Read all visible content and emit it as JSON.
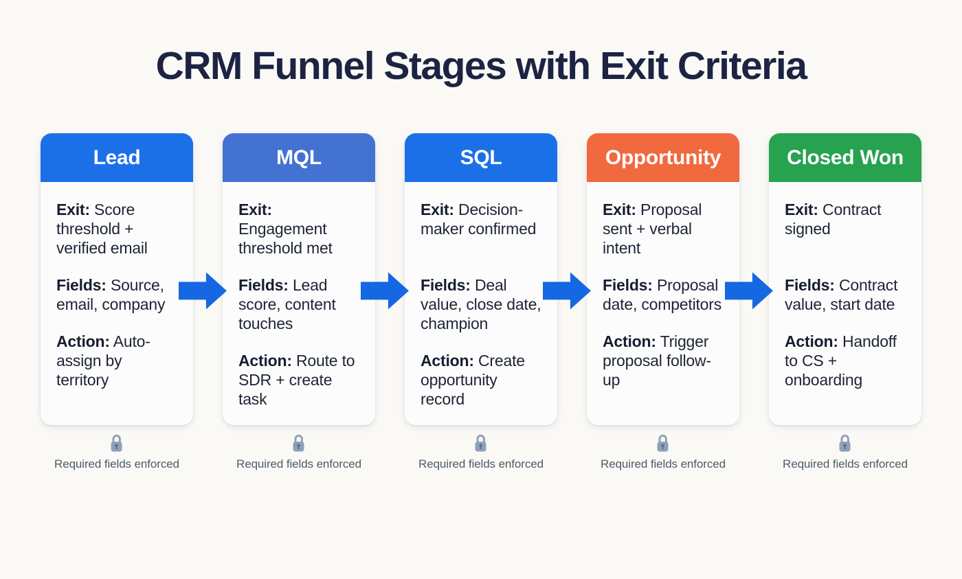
{
  "title": "CRM Funnel Stages with Exit Criteria",
  "colors": {
    "lead_header": "#1b70e8",
    "mql_header": "#4372d3",
    "sql_header": "#1b70e8",
    "opportunity_header": "#f1693e",
    "closed_won_header": "#27a24f",
    "arrow": "#1567e2",
    "lock_icon": "#8fa0b8",
    "note_text": "#4e5a68",
    "title_text": "#1d2342",
    "body_text": "#1d2433"
  },
  "stages": [
    {
      "name": "Lead",
      "header_color": "#1b70e8",
      "sections": {
        "exit": {
          "label": "Exit:",
          "text": "Score threshold + verified email"
        },
        "fields": {
          "label": "Fields:",
          "text": "Source, email, company"
        },
        "action": {
          "label": "Action:",
          "text": "Auto-assign by territory"
        }
      },
      "note": "Required fields enforced"
    },
    {
      "name": "MQL",
      "header_color": "#4372d3",
      "sections": {
        "exit": {
          "label": "Exit:",
          "text": "Engagement threshold met"
        },
        "fields": {
          "label": "Fields:",
          "text": "Lead score, content touches"
        },
        "action": {
          "label": "Action:",
          "text": "Route to SDR + create task"
        }
      },
      "note": "Required fields enforced"
    },
    {
      "name": "SQL",
      "header_color": "#1b70e8",
      "sections": {
        "exit": {
          "label": "Exit:",
          "text": "Decision-maker confirmed"
        },
        "fields": {
          "label": "Fields:",
          "text": "Deal value, close date, champion"
        },
        "action": {
          "label": "Action:",
          "text": "Create opportunity record"
        }
      },
      "note": "Required fields enforced"
    },
    {
      "name": "Opportunity",
      "header_color": "#f1693e",
      "sections": {
        "exit": {
          "label": "Exit:",
          "text": "Proposal sent + verbal intent"
        },
        "fields": {
          "label": "Fields:",
          "text": "Proposal date, competitors"
        },
        "action": {
          "label": "Action:",
          "text": "Trigger proposal follow-up"
        }
      },
      "note": "Required fields enforced"
    },
    {
      "name": "Closed Won",
      "header_color": "#27a24f",
      "sections": {
        "exit": {
          "label": "Exit:",
          "text": "Contract signed"
        },
        "fields": {
          "label": "Fields:",
          "text": "Contract value, start date"
        },
        "action": {
          "label": "Action:",
          "text": "Handoff to CS + onboarding"
        }
      },
      "note": "Required fields enforced"
    }
  ]
}
